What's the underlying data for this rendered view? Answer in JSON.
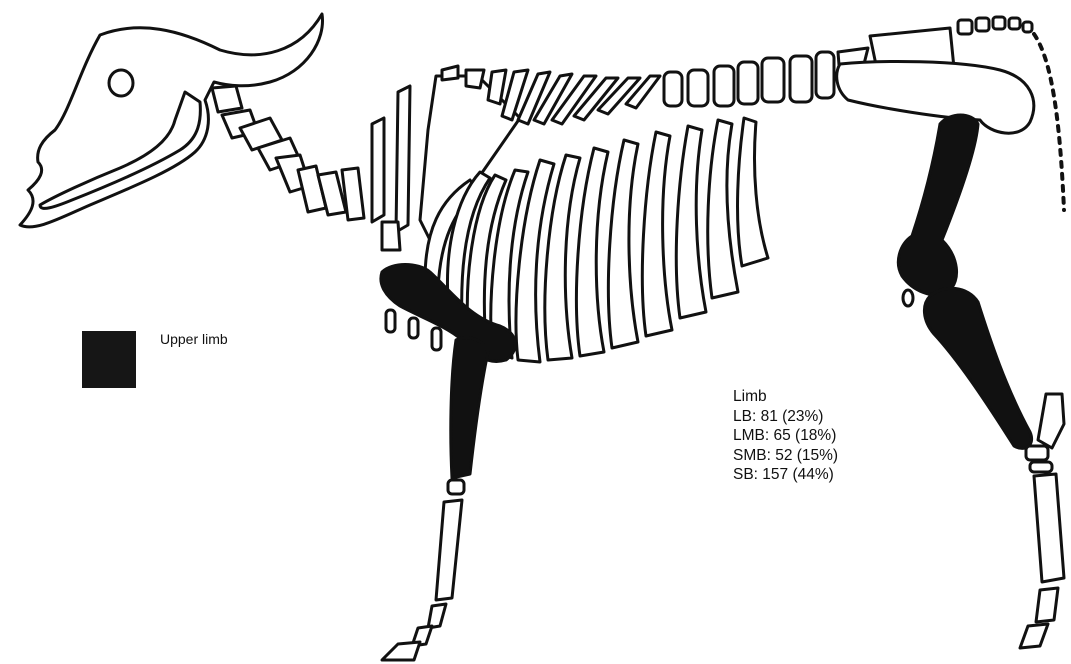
{
  "legend": {
    "label": "Upper limb",
    "swatch_color": "#161616"
  },
  "stats": {
    "heading": "Limb",
    "lines": [
      "LB: 81 (23%)",
      "LMB: 65 (18%)",
      "SMB: 52 (15%)",
      "SB: 157 (44%)"
    ]
  },
  "colors": {
    "outline": "#111111",
    "highlight_fill": "#111111",
    "background": "#ffffff"
  }
}
